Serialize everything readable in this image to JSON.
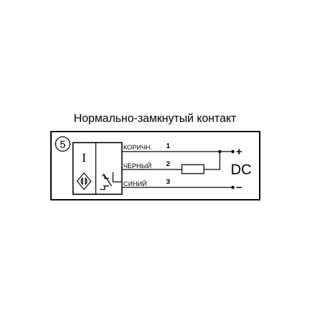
{
  "title": "Нормально-замкнутый контакт",
  "badge": "5",
  "sensor_symbol": "I",
  "wires": [
    {
      "color_label": "КОРИЧН.",
      "pin": "1"
    },
    {
      "color_label": "ЧЕРНЫЙ",
      "pin": "2"
    },
    {
      "color_label": "СИНИЙ",
      "pin": "3"
    }
  ],
  "supply": {
    "label": "DC",
    "plus": "+",
    "minus": "−"
  },
  "colors": {
    "line": "#000000",
    "background": "#ffffff"
  }
}
